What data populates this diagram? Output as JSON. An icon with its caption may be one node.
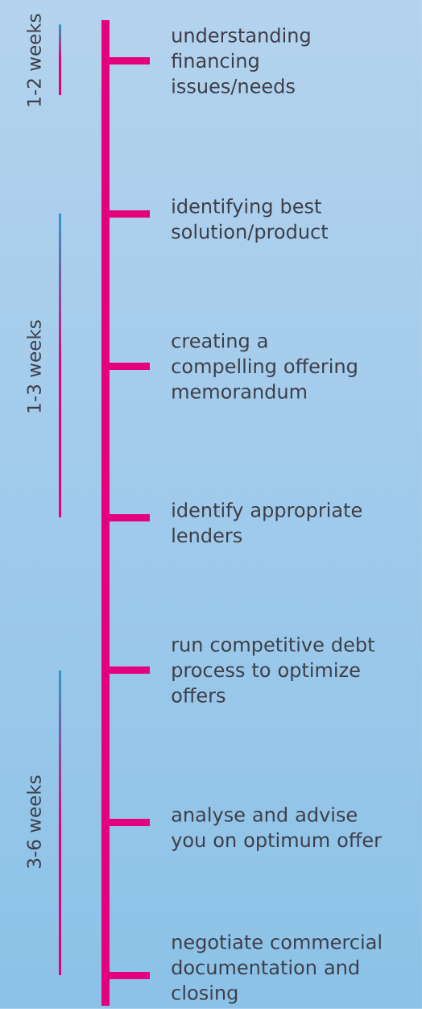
{
  "diagram": {
    "labels": [
      "1-2 weeks",
      "understanding financing issues/needs",
      "identifying best solution/product",
      "1-3 weeks",
      "creating a compelling offering memorandum",
      "identify appropriate lenders",
      "run competitive debt process to optimize offers",
      "3-6 weeks",
      "analyse and advise you on optimum offer",
      "negotiate commercial documentation and closing"
    ]
  }
}
